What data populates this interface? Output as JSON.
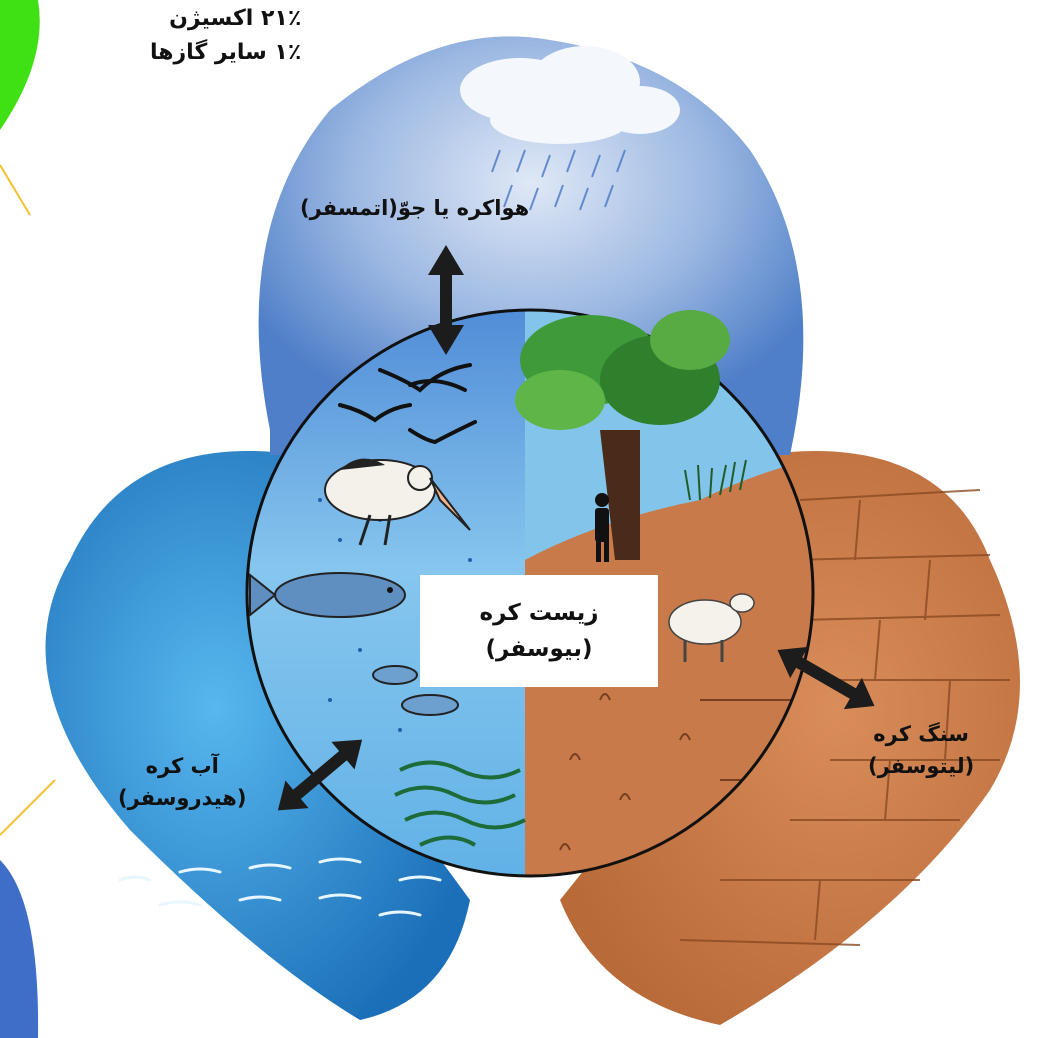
{
  "colors": {
    "atmosphere": "#8fb0de",
    "hydrosphere": "#2f8fd4",
    "lithosphere": "#c97a4a",
    "biosphere_water": "#7cc3ea",
    "tree": "#3f9a3a",
    "arrow": "#1c1c1c"
  },
  "top_note": {
    "line1": "۲۱٪ اکسیژن",
    "line2": "۱٪ سایر گازها"
  },
  "atmosphere": {
    "label": "هواکره یا جوّ(اتمسفر)"
  },
  "biosphere": {
    "line1": "زیست کره",
    "line2": "(بیوسفر)"
  },
  "hydrosphere": {
    "line1": "آب کره",
    "line2": "(هیدروسفر)"
  },
  "lithosphere": {
    "line1": "سنگ کره",
    "line2": "(لیتوسفر)"
  },
  "icons": [
    "cloud-icon",
    "rain-icon",
    "bird-icon",
    "pelican-icon",
    "fish-icon",
    "tree-icon",
    "person-icon",
    "sheep-icon",
    "seaweed-icon",
    "wave-icon",
    "double-arrow-icon"
  ]
}
